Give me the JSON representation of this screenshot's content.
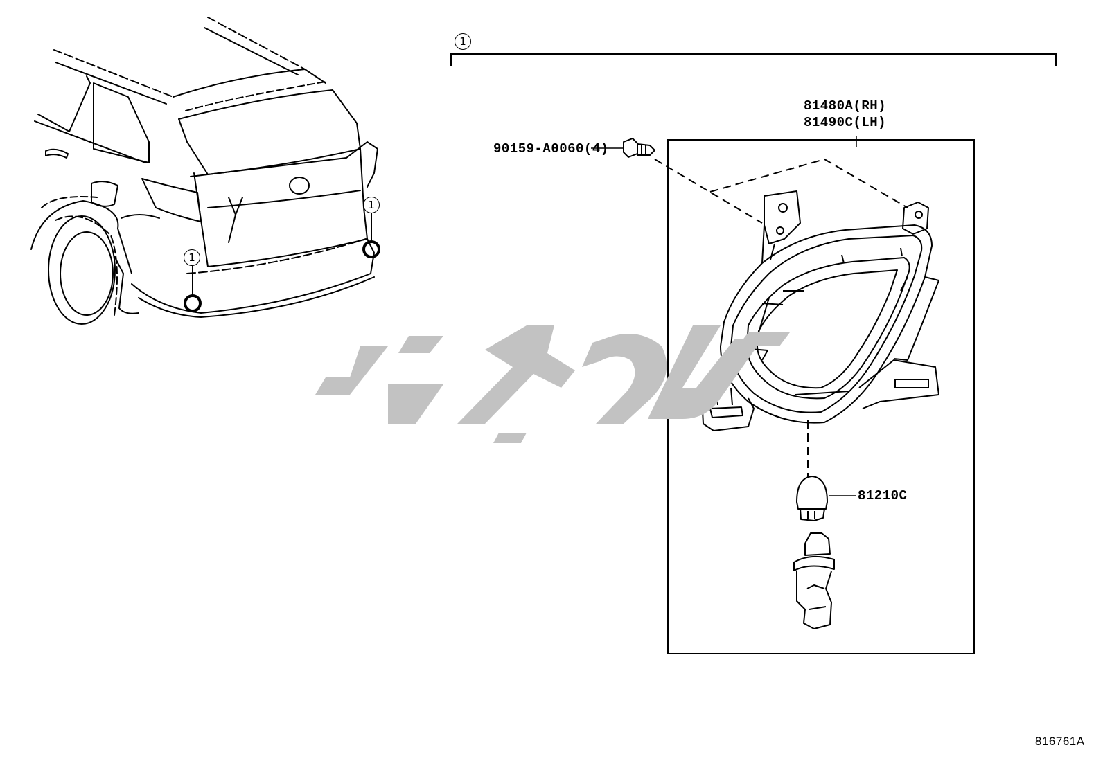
{
  "callouts": {
    "group": "1",
    "left_marker": "1",
    "right_marker": "1"
  },
  "parts": {
    "lamp_assembly_rh": "81480A(RH)",
    "lamp_assembly_lh": "81490C(LH)",
    "screw": "90159-A0060(4)",
    "bulb": "81210C"
  },
  "figure_id": "816761A",
  "colors": {
    "line": "#000000",
    "watermark": "#c2c2c2"
  }
}
